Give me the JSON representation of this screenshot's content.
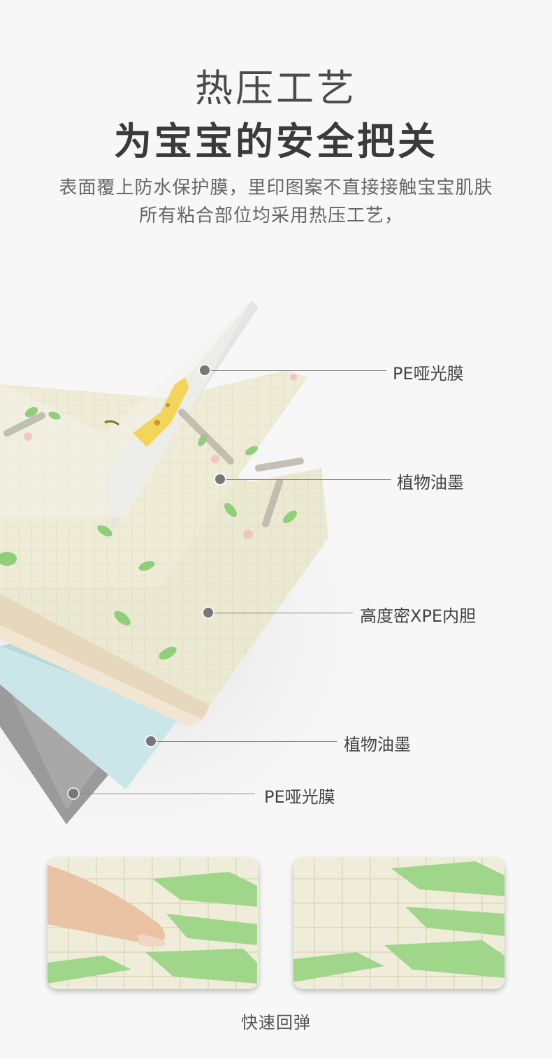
{
  "heading": {
    "line1": "热压工艺",
    "line2": "为宝宝的安全把关"
  },
  "description": {
    "line1": "表面覆上防水保护膜，里印图案不直接接触宝宝肌肤",
    "line2": "所有粘合部位均采用热压工艺，"
  },
  "layers": [
    {
      "label": "PE哑光膜"
    },
    {
      "label": "植物油墨"
    },
    {
      "label": "高度密XPE内胆"
    },
    {
      "label": "植物油墨"
    },
    {
      "label": "PE哑光膜"
    }
  ],
  "caption": "快速回弹",
  "colors": {
    "cream": "#ece9d3",
    "leaf_green": "#8fcf7a",
    "blue_layer": "#cbe6e8",
    "gray_layer": "#9e9e9e",
    "foam_edge": "#e8dcc4"
  }
}
